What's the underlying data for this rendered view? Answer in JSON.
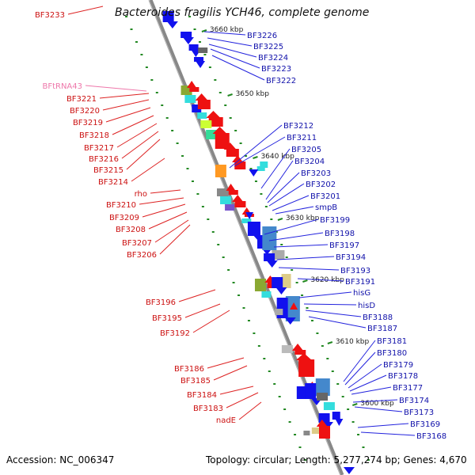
{
  "title": "Bacteroides fragilis YCH46, complete genome",
  "accession": "Accession: NC_006347",
  "topology": "Topology: circular; Length: 5,277,274 bp; Genes: 4,670",
  "colors": {
    "backbone": "#888888",
    "forward_gene": "#ee1111",
    "reverse_gene": "#1111ee",
    "forward_label": "#cc1111",
    "reverse_label": "#1111aa",
    "rna_label": "#ee77aa",
    "tick_dots": "#228822",
    "label_line_forward": "#dd2222",
    "label_line_reverse": "#2222dd"
  },
  "ticks": [
    {
      "label": "3660 kbp"
    },
    {
      "label": "3650 kbp"
    },
    {
      "label": "3640 kbp"
    },
    {
      "label": "3630 kbp"
    },
    {
      "label": "3620 kbp"
    },
    {
      "label": "3610 kbp"
    },
    {
      "label": "3600 kbp"
    }
  ],
  "left_labels": [
    {
      "text": "BF3233",
      "kind": "forward"
    },
    {
      "text": "BFtRNA43",
      "kind": "rna"
    },
    {
      "text": "BF3221",
      "kind": "forward"
    },
    {
      "text": "BF3220",
      "kind": "forward"
    },
    {
      "text": "BF3219",
      "kind": "forward"
    },
    {
      "text": "BF3218",
      "kind": "forward"
    },
    {
      "text": "BF3217",
      "kind": "forward"
    },
    {
      "text": "BF3216",
      "kind": "forward"
    },
    {
      "text": "BF3215",
      "kind": "forward"
    },
    {
      "text": "BF3214",
      "kind": "forward"
    },
    {
      "text": "rho",
      "kind": "forward"
    },
    {
      "text": "BF3210",
      "kind": "forward"
    },
    {
      "text": "BF3209",
      "kind": "forward"
    },
    {
      "text": "BF3208",
      "kind": "forward"
    },
    {
      "text": "BF3207",
      "kind": "forward"
    },
    {
      "text": "BF3206",
      "kind": "forward"
    },
    {
      "text": "BF3196",
      "kind": "forward"
    },
    {
      "text": "BF3195",
      "kind": "forward"
    },
    {
      "text": "BF3192",
      "kind": "forward"
    },
    {
      "text": "BF3186",
      "kind": "forward"
    },
    {
      "text": "BF3185",
      "kind": "forward"
    },
    {
      "text": "BF3184",
      "kind": "forward"
    },
    {
      "text": "BF3183",
      "kind": "forward"
    },
    {
      "text": "nadE",
      "kind": "forward"
    }
  ],
  "right_labels": [
    {
      "text": "BF3226"
    },
    {
      "text": "BF3225"
    },
    {
      "text": "BF3224"
    },
    {
      "text": "BF3223"
    },
    {
      "text": "BF3222"
    },
    {
      "text": "BF3212"
    },
    {
      "text": "BF3211"
    },
    {
      "text": "BF3205"
    },
    {
      "text": "BF3204"
    },
    {
      "text": "BF3203"
    },
    {
      "text": "BF3202"
    },
    {
      "text": "BF3201"
    },
    {
      "text": "smpB"
    },
    {
      "text": "BF3199"
    },
    {
      "text": "BF3198"
    },
    {
      "text": "BF3197"
    },
    {
      "text": "BF3194"
    },
    {
      "text": "BF3193"
    },
    {
      "text": "BF3191"
    },
    {
      "text": "hisG"
    },
    {
      "text": "hisD"
    },
    {
      "text": "BF3188"
    },
    {
      "text": "BF3187"
    },
    {
      "text": "BF3181"
    },
    {
      "text": "BF3180"
    },
    {
      "text": "BF3179"
    },
    {
      "text": "BF3178"
    },
    {
      "text": "BF3177"
    },
    {
      "text": "BF3174"
    },
    {
      "text": "BF3173"
    },
    {
      "text": "BF3169"
    },
    {
      "text": "BF3168"
    }
  ]
}
